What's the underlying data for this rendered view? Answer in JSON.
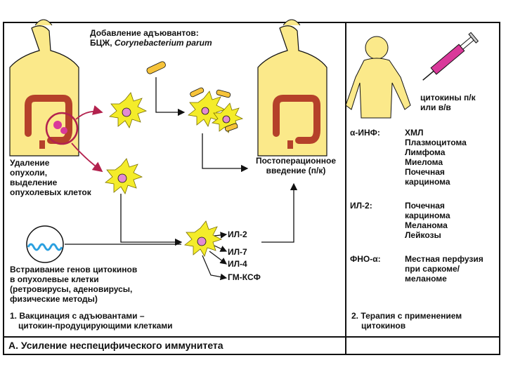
{
  "top": {
    "adjuvants_title": "Добавление адъювантов:",
    "adjuvants_agents_a": "БЦЖ, ",
    "adjuvants_agents_b": "Corynebacterium parum",
    "postop_line1": "Постоперационное",
    "postop_line2": "введение (п/к)"
  },
  "left": {
    "removal_line1": "Удаление",
    "removal_line2": "опухоли,",
    "removal_line3": "выделение",
    "removal_line4": "опухолевых клеток",
    "insertion_line1": "Встраивание генов цитокинов",
    "insertion_line2": "в опухолевые клетки",
    "insertion_line3": "(ретровирусы, аденовирусы,",
    "insertion_line4": "физические методы)",
    "cytokines": [
      "ИЛ-2",
      "ИЛ-7",
      "ИЛ-4",
      "ГМ-КСФ"
    ],
    "caption1_line1": "1. Вакцинация с адъювантами –",
    "caption1_line2": "цитокин-продуцирующими клетками",
    "section_title": "A. Усиление неспецифического иммунитета"
  },
  "right": {
    "injection_line1": "цитокины п/к",
    "injection_line2": "или в/в",
    "therapies": [
      {
        "agent": "α-ИНФ:",
        "diseases": [
          "ХМЛ",
          "Плазмоцитома",
          "Лимфома",
          "Миелома",
          "Почечная",
          "карцинома"
        ]
      },
      {
        "agent": "ИЛ-2:",
        "diseases": [
          "Почечная",
          "карцинома",
          "Меланома",
          "Лейкозы"
        ]
      },
      {
        "agent": "ФНО-α:",
        "diseases": [
          "Местная перфузия",
          "при саркоме/",
          "меланоме"
        ]
      }
    ],
    "caption2_line1": "2. Терапия с применением",
    "caption2_line2": "цитокинов"
  },
  "colors": {
    "skin": "#fbe98a",
    "tumor_cell": "#f4ec2a",
    "nucleus": "#e38ad2",
    "intestine": "#b5412a",
    "arrow": "#b3224e",
    "syringe": "#d9399a"
  }
}
